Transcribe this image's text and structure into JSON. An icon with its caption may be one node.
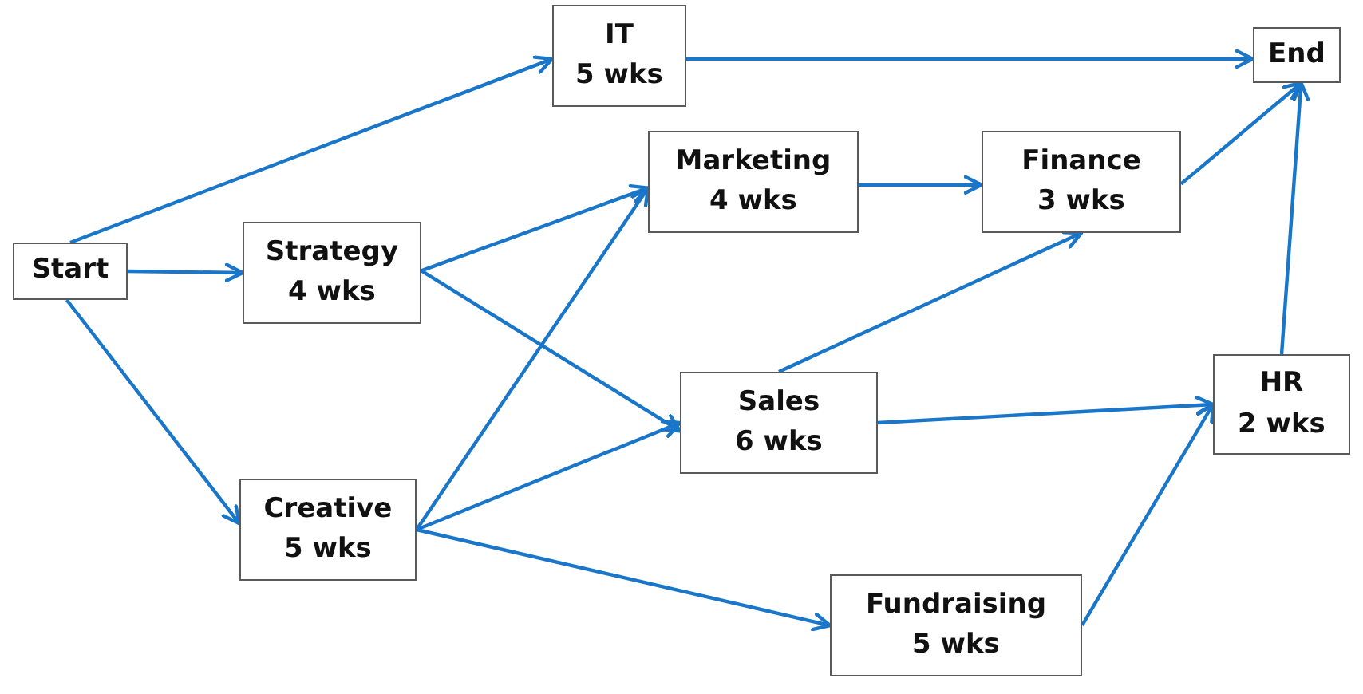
{
  "diagram": {
    "nodes": [
      {
        "text": [
          "Start"
        ]
      },
      {
        "text": [
          "IT",
          "5 wks"
        ]
      },
      {
        "text": [
          "End"
        ]
      },
      {
        "text": [
          "Strategy",
          "4 wks"
        ]
      },
      {
        "text": [
          "Marketing",
          "4 wks"
        ]
      },
      {
        "text": [
          "Finance",
          "3 wks"
        ]
      },
      {
        "text": [
          "Sales",
          "6 wks"
        ]
      },
      {
        "text": [
          "HR",
          "2 wks"
        ]
      },
      {
        "text": [
          "Creative",
          "5 wks"
        ]
      },
      {
        "text": [
          "Fundraising",
          "5 wks"
        ]
      }
    ],
    "edges": [
      {
        "from": 0,
        "to": 1,
        "arrow": "to"
      },
      {
        "from": 0,
        "to": 3,
        "arrow": "to"
      },
      {
        "from": 0,
        "to": 8,
        "arrow": "to"
      },
      {
        "from": 1,
        "to": 2,
        "arrow": "to"
      },
      {
        "from": 3,
        "to": 4,
        "arrow": "to"
      },
      {
        "from": 3,
        "to": 6,
        "arrow": "to"
      },
      {
        "from": 8,
        "to": 4,
        "arrow": "to"
      },
      {
        "from": 8,
        "to": 6,
        "arrow": "to"
      },
      {
        "from": 8,
        "to": 9,
        "arrow": "to"
      },
      {
        "from": 4,
        "to": 5,
        "arrow": "to"
      },
      {
        "from": 6,
        "to": 5,
        "arrow": "to"
      },
      {
        "from": 5,
        "to": 2,
        "arrow": "to"
      },
      {
        "from": 6,
        "to": 7,
        "arrow": "to"
      },
      {
        "from": 9,
        "to": 7,
        "arrow": "to"
      },
      {
        "from": 7,
        "to": 2,
        "arrow": "to"
      }
    ]
  }
}
